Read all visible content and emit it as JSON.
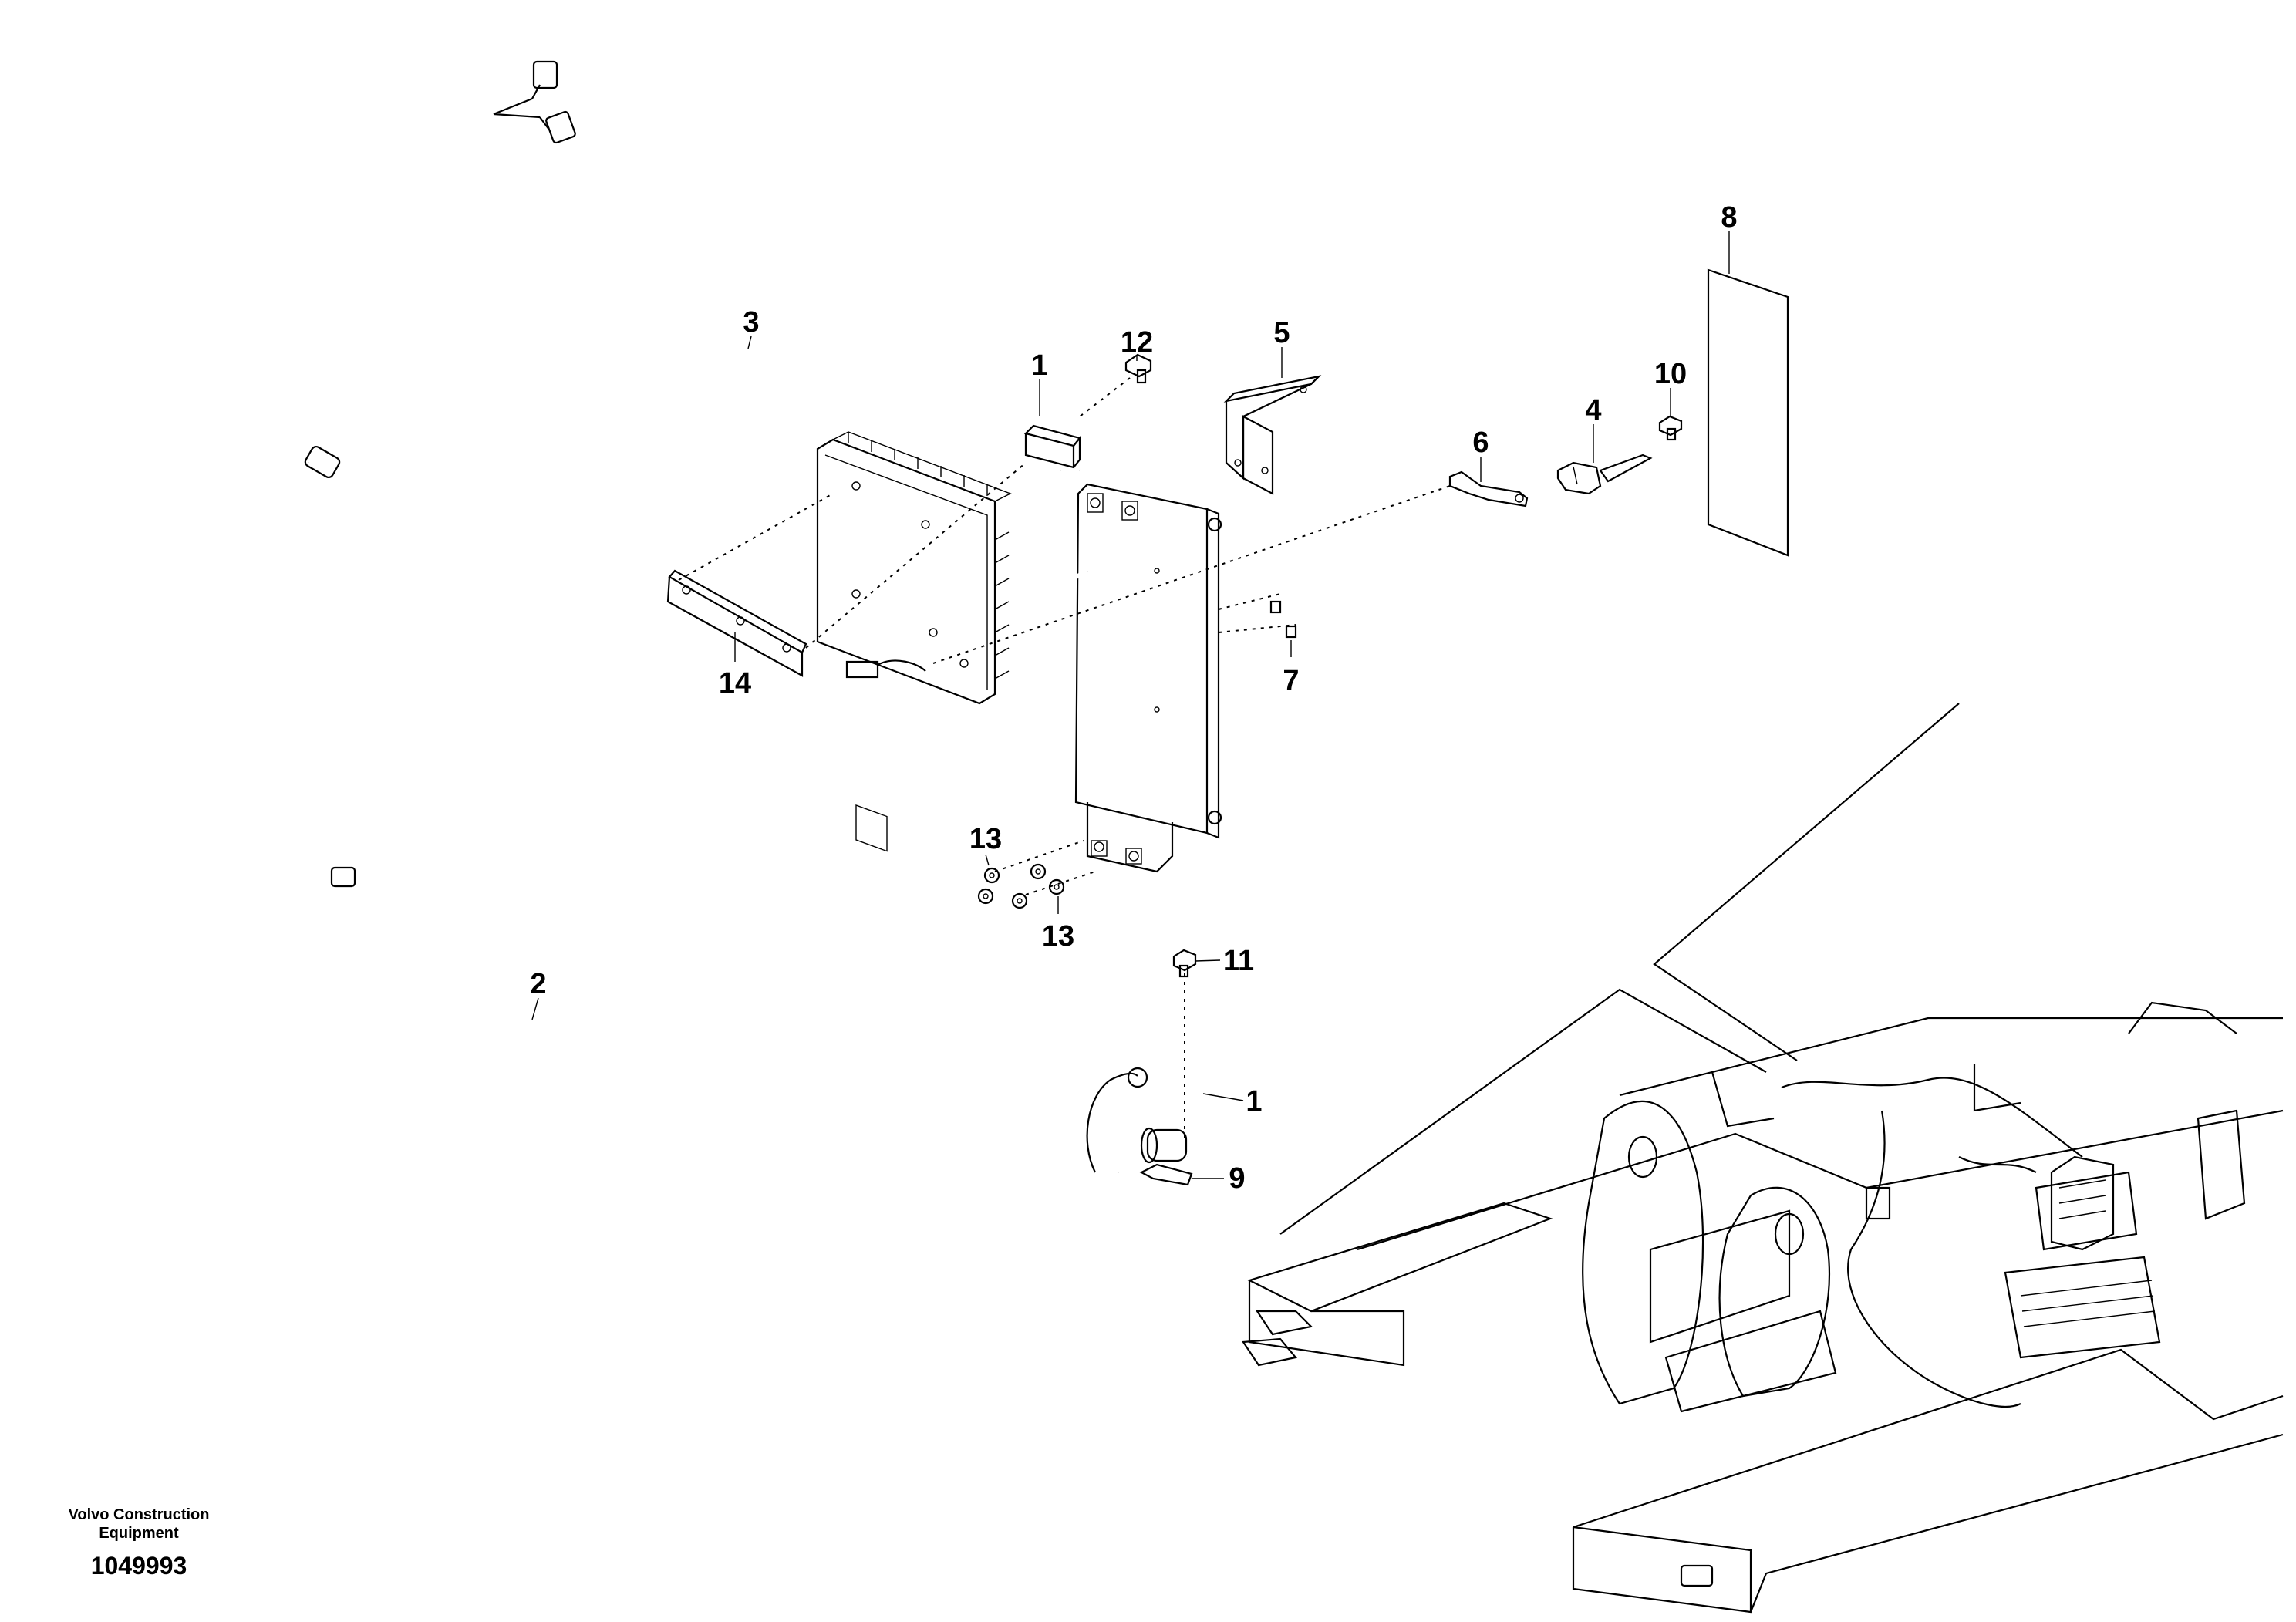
{
  "callouts": {
    "c1a": "1",
    "c1b": "1",
    "c2": "2",
    "c3": "3",
    "c4": "4",
    "c5": "5",
    "c6": "6",
    "c7": "7",
    "c8": "8",
    "c9": "9",
    "c10": "10",
    "c11": "11",
    "c12": "12",
    "c13a": "13",
    "c13b": "13",
    "c14": "14"
  },
  "footer": {
    "brand_line1": "Volvo Construction",
    "brand_line2": "Equipment",
    "drawing_number": "1049993"
  }
}
